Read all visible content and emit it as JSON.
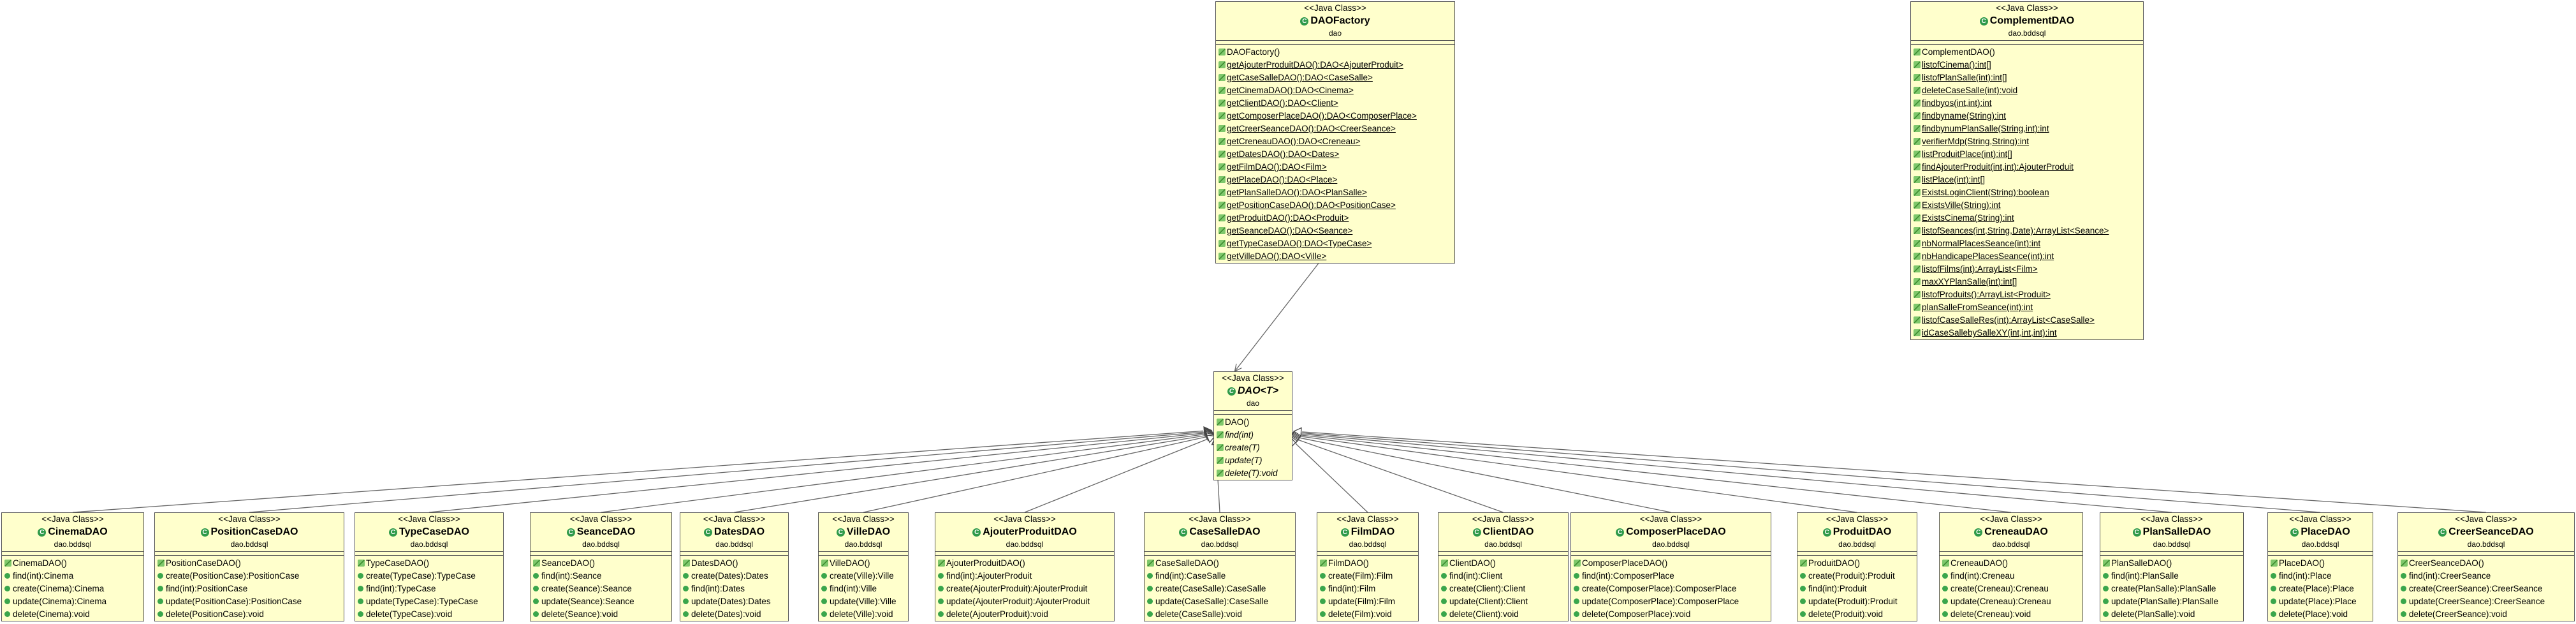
{
  "stereotype": "<<Java Class>>",
  "classes": [
    {
      "id": "daofactory",
      "name": "DAOFactory",
      "package": "dao",
      "abstract": false,
      "ops": [
        {
          "t": "DAOFactory()",
          "k": "c"
        },
        {
          "t": "getAjouterProduitDAO():DAO<AjouterProduit>",
          "k": "s"
        },
        {
          "t": "getCaseSalleDAO():DAO<CaseSalle>",
          "k": "s"
        },
        {
          "t": "getCinemaDAO():DAO<Cinema>",
          "k": "s"
        },
        {
          "t": "getClientDAO():DAO<Client>",
          "k": "s"
        },
        {
          "t": "getComposerPlaceDAO():DAO<ComposerPlace>",
          "k": "s"
        },
        {
          "t": "getCreerSeanceDAO():DAO<CreerSeance>",
          "k": "s"
        },
        {
          "t": "getCreneauDAO():DAO<Creneau>",
          "k": "s"
        },
        {
          "t": "getDatesDAO():DAO<Dates>",
          "k": "s"
        },
        {
          "t": "getFilmDAO():DAO<Film>",
          "k": "s"
        },
        {
          "t": "getPlaceDAO():DAO<Place>",
          "k": "s"
        },
        {
          "t": "getPlanSalleDAO():DAO<PlanSalle>",
          "k": "s"
        },
        {
          "t": "getPositionCaseDAO():DAO<PositionCase>",
          "k": "s"
        },
        {
          "t": "getProduitDAO():DAO<Produit>",
          "k": "s"
        },
        {
          "t": "getSeanceDAO():DAO<Seance>",
          "k": "s"
        },
        {
          "t": "getTypeCaseDAO():DAO<TypeCase>",
          "k": "s"
        },
        {
          "t": "getVilleDAO():DAO<Ville>",
          "k": "s"
        }
      ]
    },
    {
      "id": "complementdao",
      "name": "ComplementDAO",
      "package": "dao.bddsql",
      "abstract": false,
      "ops": [
        {
          "t": "ComplementDAO()",
          "k": "c"
        },
        {
          "t": "listofCinema():int[]",
          "k": "s"
        },
        {
          "t": "listofPlanSalle(int):int[]",
          "k": "s"
        },
        {
          "t": "deleteCaseSalle(int):void",
          "k": "s"
        },
        {
          "t": "findbyos(int,int):int",
          "k": "s"
        },
        {
          "t": "findbyname(String):int",
          "k": "s"
        },
        {
          "t": "findbynumPlanSalle(String,int):int",
          "k": "s"
        },
        {
          "t": "verifierMdp(String,String):int",
          "k": "s"
        },
        {
          "t": "listProduitPlace(int):int[]",
          "k": "s"
        },
        {
          "t": "findAjouterProduit(int,int):AjouterProduit",
          "k": "s"
        },
        {
          "t": "listPlace(int):int[]",
          "k": "s"
        },
        {
          "t": "ExistsLoginClient(String):boolean",
          "k": "s"
        },
        {
          "t": "ExistsVille(String):int",
          "k": "s"
        },
        {
          "t": "ExistsCinema(String):int",
          "k": "s"
        },
        {
          "t": "listofSeances(int,String,Date):ArrayList<Seance>",
          "k": "s"
        },
        {
          "t": "nbNormalPlacesSeance(int):int",
          "k": "s"
        },
        {
          "t": "nbHandicapePlacesSeance(int):int",
          "k": "s"
        },
        {
          "t": "listofFilms(int):ArrayList<Film>",
          "k": "s"
        },
        {
          "t": "maxXYPlanSalle(int):int[]",
          "k": "s"
        },
        {
          "t": "listofProduits():ArrayList<Produit>",
          "k": "s"
        },
        {
          "t": "planSalleFromSeance(int):int",
          "k": "s"
        },
        {
          "t": "listofCaseSalleRes(int):ArrayList<CaseSalle>",
          "k": "s"
        },
        {
          "t": "idCaseSallebySalleXY(int,int,int):int",
          "k": "s"
        }
      ]
    },
    {
      "id": "dao",
      "name": "DAO<T>",
      "package": "dao",
      "abstract": true,
      "ops": [
        {
          "t": "DAO()",
          "k": "c"
        },
        {
          "t": "find(int)",
          "k": "a"
        },
        {
          "t": "create(T)",
          "k": "a"
        },
        {
          "t": "update(T)",
          "k": "a"
        },
        {
          "t": "delete(T):void",
          "k": "a"
        }
      ]
    },
    {
      "id": "cinemadao",
      "name": "CinemaDAO",
      "package": "dao.bddsql",
      "abstract": false,
      "ops": [
        {
          "t": "CinemaDAO()",
          "k": "c"
        },
        {
          "t": "find(int):Cinema",
          "k": "p"
        },
        {
          "t": "create(Cinema):Cinema",
          "k": "p"
        },
        {
          "t": "update(Cinema):Cinema",
          "k": "p"
        },
        {
          "t": "delete(Cinema):void",
          "k": "p"
        }
      ]
    },
    {
      "id": "positioncasedao",
      "name": "PositionCaseDAO",
      "package": "dao.bddsql",
      "abstract": false,
      "ops": [
        {
          "t": "PositionCaseDAO()",
          "k": "c"
        },
        {
          "t": "create(PositionCase):PositionCase",
          "k": "p"
        },
        {
          "t": "find(int):PositionCase",
          "k": "p"
        },
        {
          "t": "update(PositionCase):PositionCase",
          "k": "p"
        },
        {
          "t": "delete(PositionCase):void",
          "k": "p"
        }
      ]
    },
    {
      "id": "typecasedao",
      "name": "TypeCaseDAO",
      "package": "dao.bddsql",
      "abstract": false,
      "ops": [
        {
          "t": "TypeCaseDAO()",
          "k": "c"
        },
        {
          "t": "create(TypeCase):TypeCase",
          "k": "p"
        },
        {
          "t": "find(int):TypeCase",
          "k": "p"
        },
        {
          "t": "update(TypeCase):TypeCase",
          "k": "p"
        },
        {
          "t": "delete(TypeCase):void",
          "k": "p"
        }
      ]
    },
    {
      "id": "seancedao",
      "name": "SeanceDAO",
      "package": "dao.bddsql",
      "abstract": false,
      "ops": [
        {
          "t": "SeanceDAO()",
          "k": "c"
        },
        {
          "t": "find(int):Seance",
          "k": "p"
        },
        {
          "t": "create(Seance):Seance",
          "k": "p"
        },
        {
          "t": "update(Seance):Seance",
          "k": "p"
        },
        {
          "t": "delete(Seance):void",
          "k": "p"
        }
      ]
    },
    {
      "id": "datesdao",
      "name": "DatesDAO",
      "package": "dao.bddsql",
      "abstract": false,
      "ops": [
        {
          "t": "DatesDAO()",
          "k": "c"
        },
        {
          "t": "create(Dates):Dates",
          "k": "p"
        },
        {
          "t": "find(int):Dates",
          "k": "p"
        },
        {
          "t": "update(Dates):Dates",
          "k": "p"
        },
        {
          "t": "delete(Dates):void",
          "k": "p"
        }
      ]
    },
    {
      "id": "villedao",
      "name": "VilleDAO",
      "package": "dao.bddsql",
      "abstract": false,
      "ops": [
        {
          "t": "VilleDAO()",
          "k": "c"
        },
        {
          "t": "create(Ville):Ville",
          "k": "p"
        },
        {
          "t": "find(int):Ville",
          "k": "p"
        },
        {
          "t": "update(Ville):Ville",
          "k": "p"
        },
        {
          "t": "delete(Ville):void",
          "k": "p"
        }
      ]
    },
    {
      "id": "ajouterproduitdao",
      "name": "AjouterProduitDAO",
      "package": "dao.bddsql",
      "abstract": false,
      "ops": [
        {
          "t": "AjouterProduitDAO()",
          "k": "c"
        },
        {
          "t": "find(int):AjouterProduit",
          "k": "p"
        },
        {
          "t": "create(AjouterProduit):AjouterProduit",
          "k": "p"
        },
        {
          "t": "update(AjouterProduit):AjouterProduit",
          "k": "p"
        },
        {
          "t": "delete(AjouterProduit):void",
          "k": "p"
        }
      ]
    },
    {
      "id": "casesalledao",
      "name": "CaseSalleDAO",
      "package": "dao.bddsql",
      "abstract": false,
      "ops": [
        {
          "t": "CaseSalleDAO()",
          "k": "c"
        },
        {
          "t": "find(int):CaseSalle",
          "k": "p"
        },
        {
          "t": "create(CaseSalle):CaseSalle",
          "k": "p"
        },
        {
          "t": "update(CaseSalle):CaseSalle",
          "k": "p"
        },
        {
          "t": "delete(CaseSalle):void",
          "k": "p"
        }
      ]
    },
    {
      "id": "filmdao",
      "name": "FilmDAO",
      "package": "dao.bddsql",
      "abstract": false,
      "ops": [
        {
          "t": "FilmDAO()",
          "k": "c"
        },
        {
          "t": "create(Film):Film",
          "k": "p"
        },
        {
          "t": "find(int):Film",
          "k": "p"
        },
        {
          "t": "update(Film):Film",
          "k": "p"
        },
        {
          "t": "delete(Film):void",
          "k": "p"
        }
      ]
    },
    {
      "id": "clientdao",
      "name": "ClientDAO",
      "package": "dao.bddsql",
      "abstract": false,
      "ops": [
        {
          "t": "ClientDAO()",
          "k": "c"
        },
        {
          "t": "find(int):Client",
          "k": "p"
        },
        {
          "t": "create(Client):Client",
          "k": "p"
        },
        {
          "t": "update(Client):Client",
          "k": "p"
        },
        {
          "t": "delete(Client):void",
          "k": "p"
        }
      ]
    },
    {
      "id": "composerplacedao",
      "name": "ComposerPlaceDAO",
      "package": "dao.bddsql",
      "abstract": false,
      "ops": [
        {
          "t": "ComposerPlaceDAO()",
          "k": "c"
        },
        {
          "t": "find(int):ComposerPlace",
          "k": "p"
        },
        {
          "t": "create(ComposerPlace):ComposerPlace",
          "k": "p"
        },
        {
          "t": "update(ComposerPlace):ComposerPlace",
          "k": "p"
        },
        {
          "t": "delete(ComposerPlace):void",
          "k": "p"
        }
      ]
    },
    {
      "id": "produitdao",
      "name": "ProduitDAO",
      "package": "dao.bddsql",
      "abstract": false,
      "ops": [
        {
          "t": "ProduitDAO()",
          "k": "c"
        },
        {
          "t": "create(Produit):Produit",
          "k": "p"
        },
        {
          "t": "find(int):Produit",
          "k": "p"
        },
        {
          "t": "update(Produit):Produit",
          "k": "p"
        },
        {
          "t": "delete(Produit):void",
          "k": "p"
        }
      ]
    },
    {
      "id": "creneaudao",
      "name": "CreneauDAO",
      "package": "dao.bddsql",
      "abstract": false,
      "ops": [
        {
          "t": "CreneauDAO()",
          "k": "c"
        },
        {
          "t": "find(int):Creneau",
          "k": "p"
        },
        {
          "t": "create(Creneau):Creneau",
          "k": "p"
        },
        {
          "t": "update(Creneau):Creneau",
          "k": "p"
        },
        {
          "t": "delete(Creneau):void",
          "k": "p"
        }
      ]
    },
    {
      "id": "plansalledao",
      "name": "PlanSalleDAO",
      "package": "dao.bddsql",
      "abstract": false,
      "ops": [
        {
          "t": "PlanSalleDAO()",
          "k": "c"
        },
        {
          "t": "find(int):PlanSalle",
          "k": "p"
        },
        {
          "t": "create(PlanSalle):PlanSalle",
          "k": "p"
        },
        {
          "t": "update(PlanSalle):PlanSalle",
          "k": "p"
        },
        {
          "t": "delete(PlanSalle):void",
          "k": "p"
        }
      ]
    },
    {
      "id": "placedao",
      "name": "PlaceDAO",
      "package": "dao.bddsql",
      "abstract": false,
      "ops": [
        {
          "t": "PlaceDAO()",
          "k": "c"
        },
        {
          "t": "find(int):Place",
          "k": "p"
        },
        {
          "t": "create(Place):Place",
          "k": "p"
        },
        {
          "t": "update(Place):Place",
          "k": "p"
        },
        {
          "t": "delete(Place):void",
          "k": "p"
        }
      ]
    },
    {
      "id": "creerseancedao",
      "name": "CreerSeanceDAO",
      "package": "dao.bddsql",
      "abstract": false,
      "ops": [
        {
          "t": "CreerSeanceDAO()",
          "k": "c"
        },
        {
          "t": "find(int):CreerSeance",
          "k": "p"
        },
        {
          "t": "create(CreerSeance):CreerSeance",
          "k": "p"
        },
        {
          "t": "update(CreerSeance):CreerSeance",
          "k": "p"
        },
        {
          "t": "delete(CreerSeance):void",
          "k": "p"
        }
      ]
    }
  ],
  "relations": [
    {
      "from": "daofactory",
      "to": "dao",
      "type": "dependency"
    },
    {
      "from": "cinemadao",
      "to": "dao",
      "type": "generalization"
    },
    {
      "from": "positioncasedao",
      "to": "dao",
      "type": "generalization"
    },
    {
      "from": "typecasedao",
      "to": "dao",
      "type": "generalization"
    },
    {
      "from": "seancedao",
      "to": "dao",
      "type": "generalization"
    },
    {
      "from": "datesdao",
      "to": "dao",
      "type": "generalization"
    },
    {
      "from": "villedao",
      "to": "dao",
      "type": "generalization"
    },
    {
      "from": "ajouterproduitdao",
      "to": "dao",
      "type": "generalization"
    },
    {
      "from": "casesalledao",
      "to": "dao",
      "type": "generalization"
    },
    {
      "from": "filmdao",
      "to": "dao",
      "type": "generalization"
    },
    {
      "from": "clientdao",
      "to": "dao",
      "type": "generalization"
    },
    {
      "from": "composerplacedao",
      "to": "dao",
      "type": "generalization"
    },
    {
      "from": "produitdao",
      "to": "dao",
      "type": "generalization"
    },
    {
      "from": "creneaudao",
      "to": "dao",
      "type": "generalization"
    },
    {
      "from": "plansalledao",
      "to": "dao",
      "type": "generalization"
    },
    {
      "from": "placedao",
      "to": "dao",
      "type": "generalization"
    },
    {
      "from": "creerseancedao",
      "to": "dao",
      "type": "generalization"
    }
  ]
}
